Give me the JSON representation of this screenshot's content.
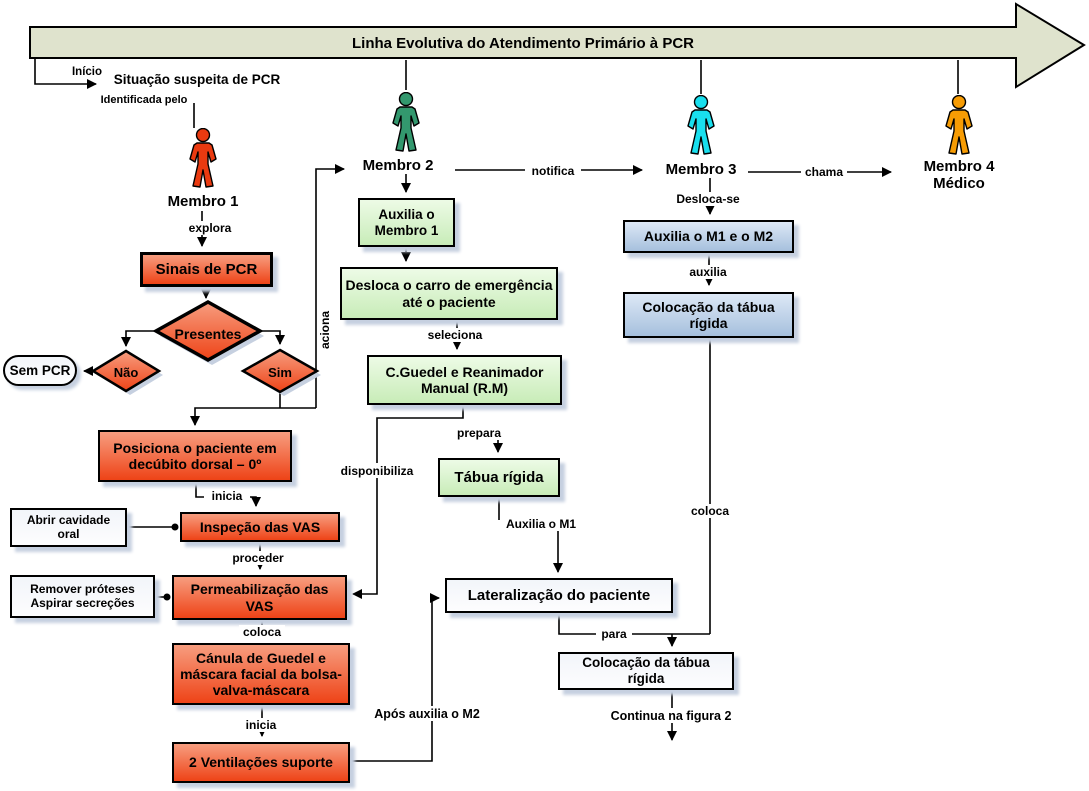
{
  "title": "Linha Evolutiva do Atendimento Primário à PCR",
  "start": {
    "inicio": "Início",
    "situacao": "Situação suspeita de PCR",
    "identificada": "Identificada pelo"
  },
  "members": {
    "m1": "Membro 1",
    "m2": "Membro 2",
    "m3": "Membro 3",
    "m4a": "Membro 4",
    "m4b": "Médico"
  },
  "nodes": {
    "sinais": "Sinais de PCR",
    "presentes": "Presentes",
    "nao": "Não",
    "sim": "Sim",
    "sem_pcr": "Sem PCR",
    "posiciona": "Posiciona o paciente em decúbito dorsal – 0º",
    "abrir": "Abrir cavidade oral",
    "inspecao": "Inspeção das VAS",
    "remover_1": "Remover próteses",
    "remover_2": "Aspirar secreções",
    "permeabilizacao": "Permeabilização das VAS",
    "canula": "Cánula de Guedel e máscara facial da bolsa-valva-máscara",
    "ventilacoes": "2 Ventilações suporte",
    "auxilia_membro1": "Auxilia o Membro 1",
    "desloca_carro": "Desloca o carro de emergência até o paciente",
    "cguedel": "C.Guedel e Reanimador Manual (R.M)",
    "tabua": "Tábua rígida",
    "lateralizacao": "Lateralização do paciente",
    "auxilia_m1m2": "Auxilia o M1 e o M2",
    "colocacao_blue": "Colocação da tábua rígida",
    "colocacao_white": "Colocação da tábua rígida"
  },
  "edges": {
    "explora": "explora",
    "aciona": "aciona",
    "inicia1": "inicia",
    "proceder": "proceder",
    "coloca_left": "coloca",
    "inicia2": "inicia",
    "apos_auxilia": "Após auxilia o M2",
    "disponibiliza": "disponibiliza",
    "seleciona": "seleciona",
    "prepara": "prepara",
    "auxilia_m1": "Auxilia o M1",
    "notifica": "notifica",
    "chama": "chama",
    "desloca_se": "Desloca-se",
    "auxilia": "auxilia",
    "coloca_right": "coloca",
    "para": "para",
    "continua": "Continua na figura 2"
  },
  "colors": {
    "m1_color": "#ea3a10",
    "m2_color": "#33986e",
    "m3_color": "#19dfee",
    "m4_color": "#f79c04",
    "banner_color": "#dfe3cd",
    "shadow_color": "#c6d0e0",
    "red_box_top": "#f79d7f",
    "red_box_bottom": "#ee4317",
    "green_box_top": "#edfbe6",
    "green_box_bottom": "#c8ecb8",
    "blue_box_top": "#dde8f6",
    "blue_box_bottom": "#a6c0dd",
    "white_box_top": "#f2f5fa",
    "white_box_bottom": "#fdfdfe"
  }
}
